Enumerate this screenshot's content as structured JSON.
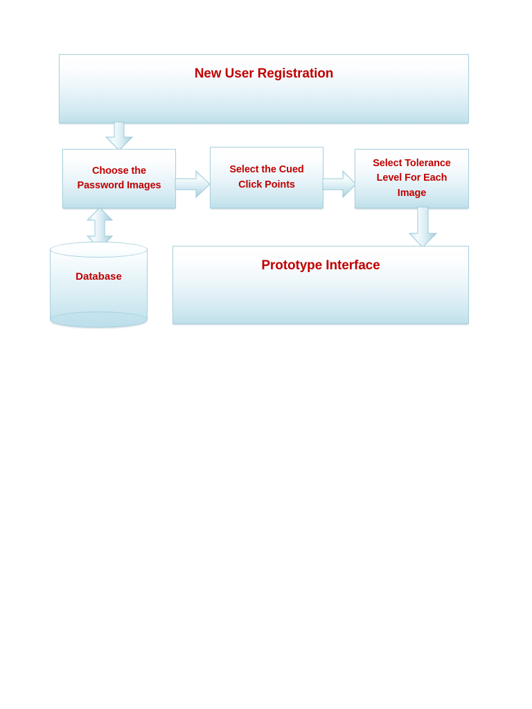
{
  "diagram": {
    "title": "New User Registration",
    "type": "flowchart",
    "accent_text_color": "#C00000",
    "shape_border_color": "#A8CFDD",
    "shape_fill_top": "#FFFFFF",
    "shape_fill_bottom": "#BFE0EA",
    "background_color": "#FFFFFF"
  },
  "nodes": {
    "header": {
      "label": "New User Registration",
      "shape": "rectangle"
    },
    "step1": {
      "label": "Choose the\nPassword Images",
      "line1": "Choose the",
      "line2": "Password Images",
      "shape": "rectangle"
    },
    "step2": {
      "label": "Select the Cued\nClick Points",
      "line1": "Select the Cued",
      "line2": "Click Points",
      "shape": "rectangle"
    },
    "step3": {
      "label": "Select Tolerance\nLevel For Each\nImage",
      "line1": "Select Tolerance",
      "line2": "Level For Each",
      "line3": "Image",
      "shape": "rectangle"
    },
    "database": {
      "label": "Database",
      "shape": "cylinder"
    },
    "prototype": {
      "label": "Prototype Interface",
      "shape": "rectangle"
    }
  },
  "connectors": [
    {
      "id": "header-to-step1",
      "from": "header",
      "to": "step1",
      "direction": "down",
      "style": "block-arrow",
      "heads": 1
    },
    {
      "id": "step1-to-step2",
      "from": "step1",
      "to": "step2",
      "direction": "right",
      "style": "block-arrow",
      "heads": 1
    },
    {
      "id": "step2-to-step3",
      "from": "step2",
      "to": "step3",
      "direction": "right",
      "style": "block-arrow",
      "heads": 1
    },
    {
      "id": "step1-to-database",
      "from": "step1",
      "to": "database",
      "direction": "both",
      "style": "block-arrow",
      "heads": 2
    },
    {
      "id": "step3-to-prototype",
      "from": "step3",
      "to": "prototype",
      "direction": "down",
      "style": "block-arrow",
      "heads": 1
    }
  ]
}
